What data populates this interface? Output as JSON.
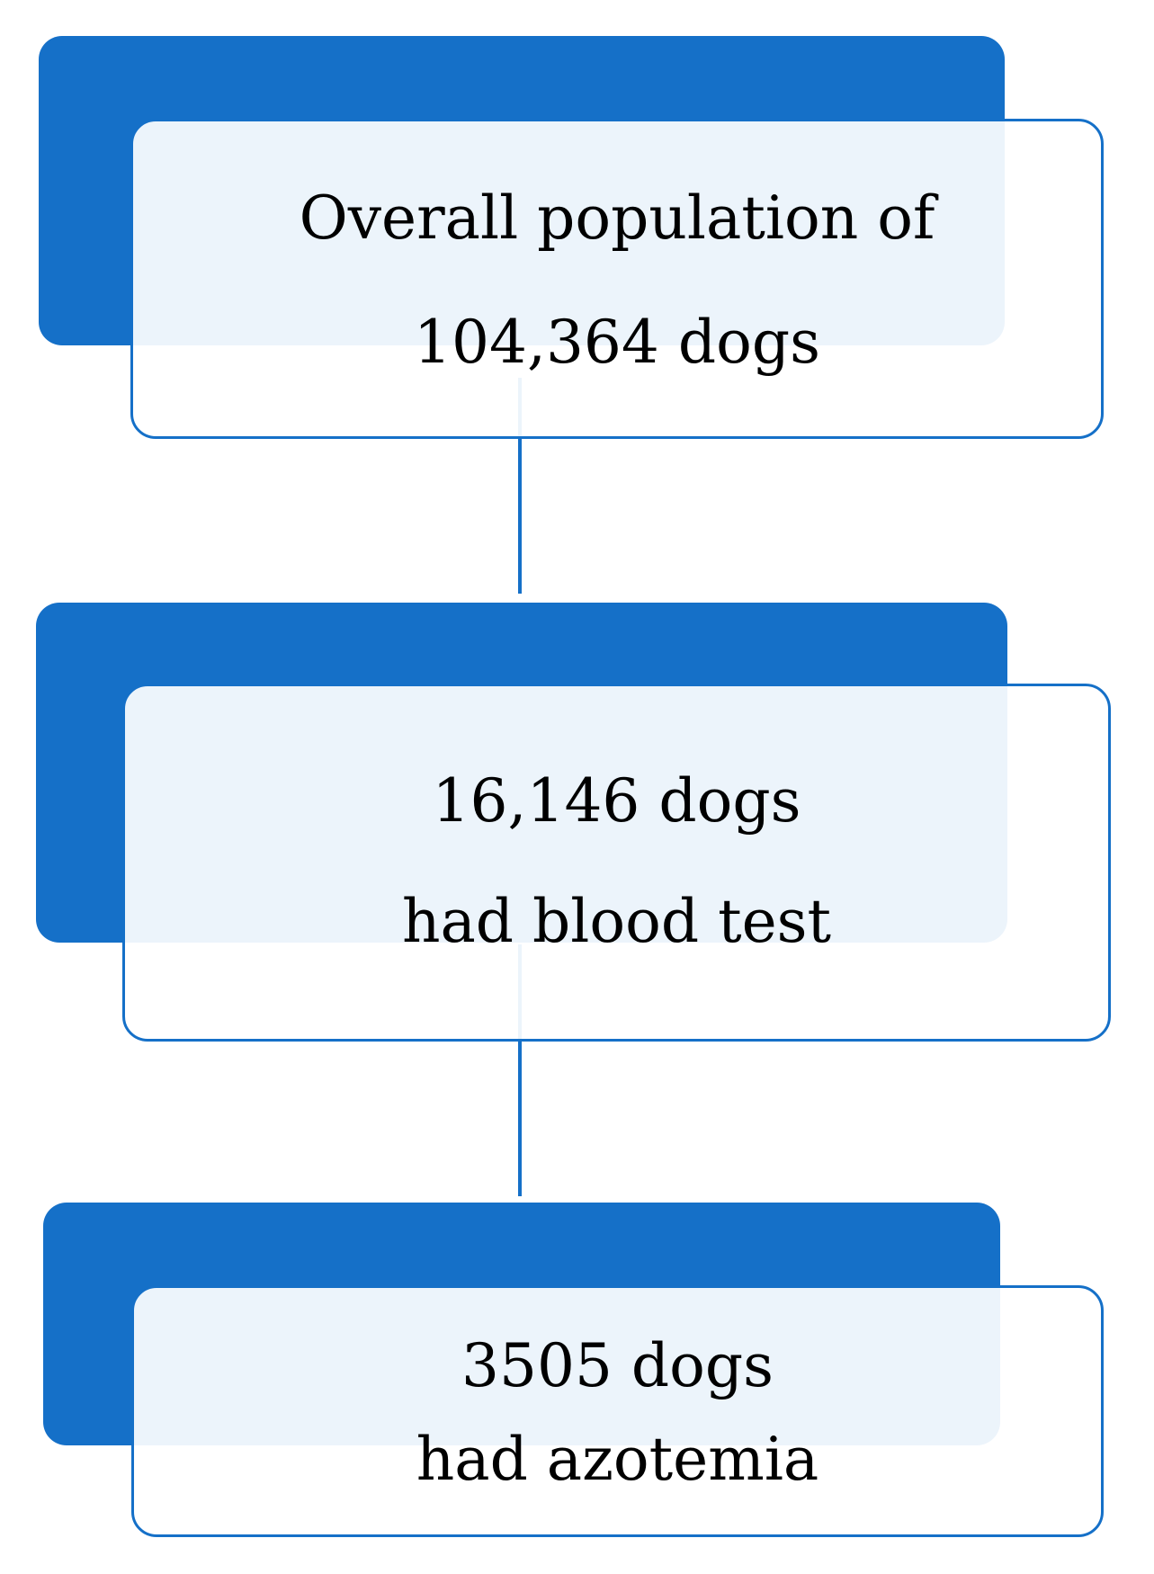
{
  "steps": [
    {
      "line1": "Overall population of",
      "line2": "104,364 dogs"
    },
    {
      "line1": "16,146 dogs",
      "line2": "had blood test"
    },
    {
      "line1": "3505 dogs",
      "line2": "had azotemia"
    }
  ],
  "colors": {
    "accent": "#1570c8",
    "box_fill": "#ffffff"
  }
}
